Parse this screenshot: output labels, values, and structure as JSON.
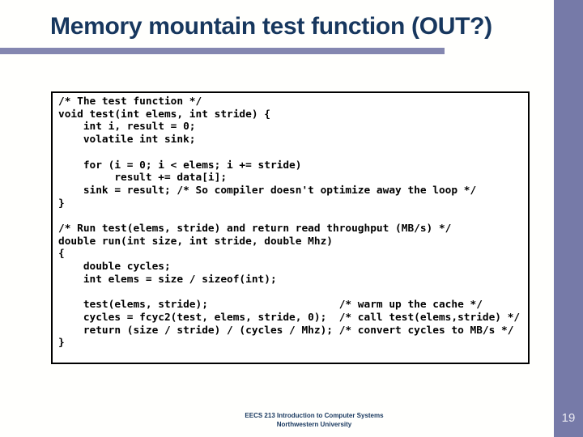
{
  "slide": {
    "title": "Memory mountain test function (OUT?)",
    "page_number": "19",
    "footer": {
      "line1": "EECS 213 Introduction to Computer Systems",
      "line2": "Northwestern University"
    },
    "colors": {
      "background": "#fffffd",
      "title_text": "#17375e",
      "accent_bar_horizontal": "#8487b0",
      "accent_bar_vertical": "#767aa8",
      "code_text": "#000000",
      "code_box_border": "#000000",
      "code_box_background": "#ffffff",
      "footer_text": "#17375e",
      "page_number_text": "#eaeaf2"
    },
    "code": {
      "lines": [
        "/* The test function */",
        "void test(int elems, int stride) {",
        "    int i, result = 0;",
        "    volatile int sink;",
        "",
        "    for (i = 0; i < elems; i += stride)",
        "         result += data[i];",
        "    sink = result; /* So compiler doesn't optimize away the loop */",
        "}",
        "",
        "/* Run test(elems, stride) and return read throughput (MB/s) */",
        "double run(int size, int stride, double Mhz)",
        "{",
        "    double cycles;",
        "    int elems = size / sizeof(int);",
        "",
        "    test(elems, stride);                     /* warm up the cache */",
        "    cycles = fcyc2(test, elems, stride, 0);  /* call test(elems,stride) */",
        "    return (size / stride) / (cycles / Mhz); /* convert cycles to MB/s */",
        "}"
      ]
    }
  }
}
